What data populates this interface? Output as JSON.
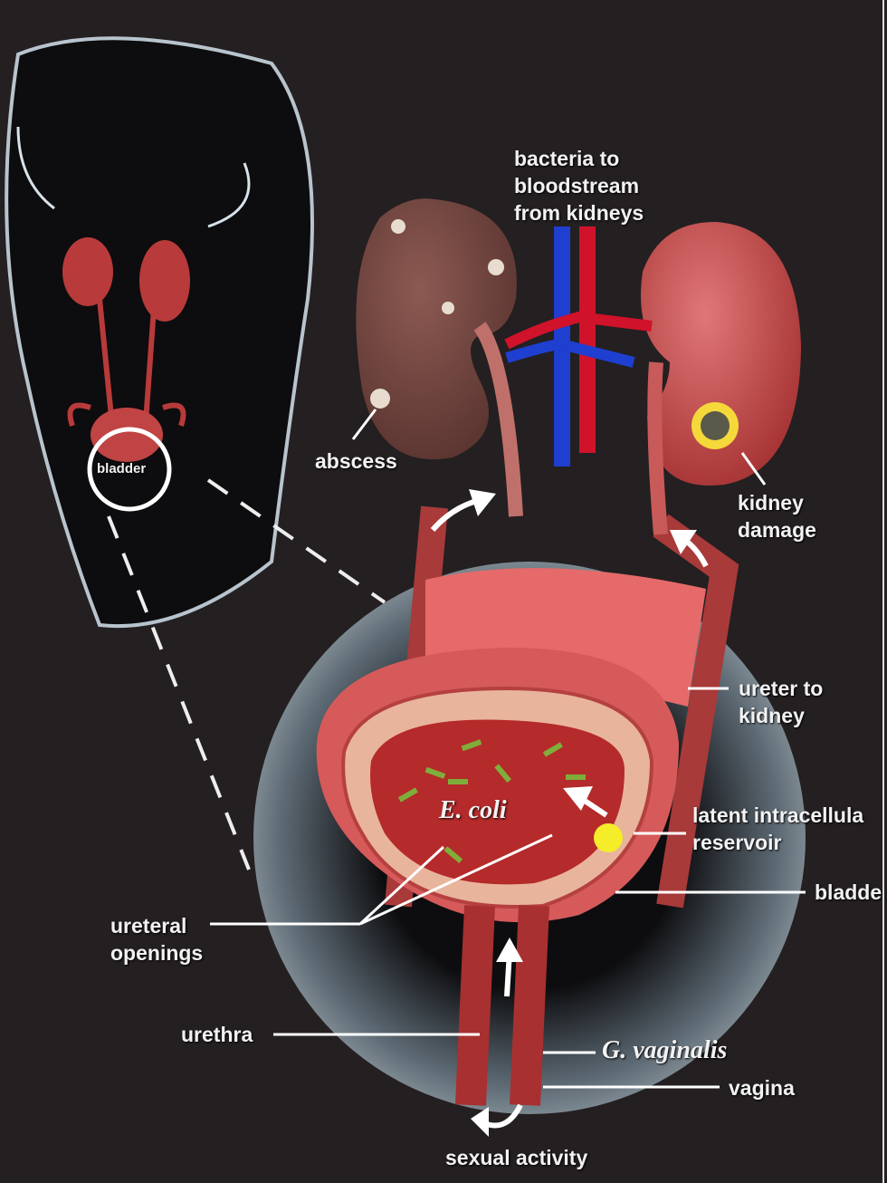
{
  "labels": {
    "bladder_small": "bladder",
    "bloodstream": [
      "bacteria to",
      "bloodstream",
      "from kidneys"
    ],
    "abscess": "abscess",
    "kidney_damage": [
      "kidney",
      "damage"
    ],
    "ureter": [
      "ureter to",
      "kidney"
    ],
    "ecoli": "E. coli",
    "reservoir": [
      "latent intracellula",
      "reservoir"
    ],
    "bladder": "bladde",
    "ureteral": [
      "ureteral",
      "openings"
    ],
    "urethra": "urethra",
    "gvaginalis": "G. vaginalis",
    "vagina": "vagina",
    "sexual": "sexual activity"
  },
  "colors": {
    "background": "#241f21",
    "tissue": "#c8504f",
    "vein": "#1f3fd0",
    "artery": "#d0122a",
    "bacteria": "#7fae3a"
  }
}
